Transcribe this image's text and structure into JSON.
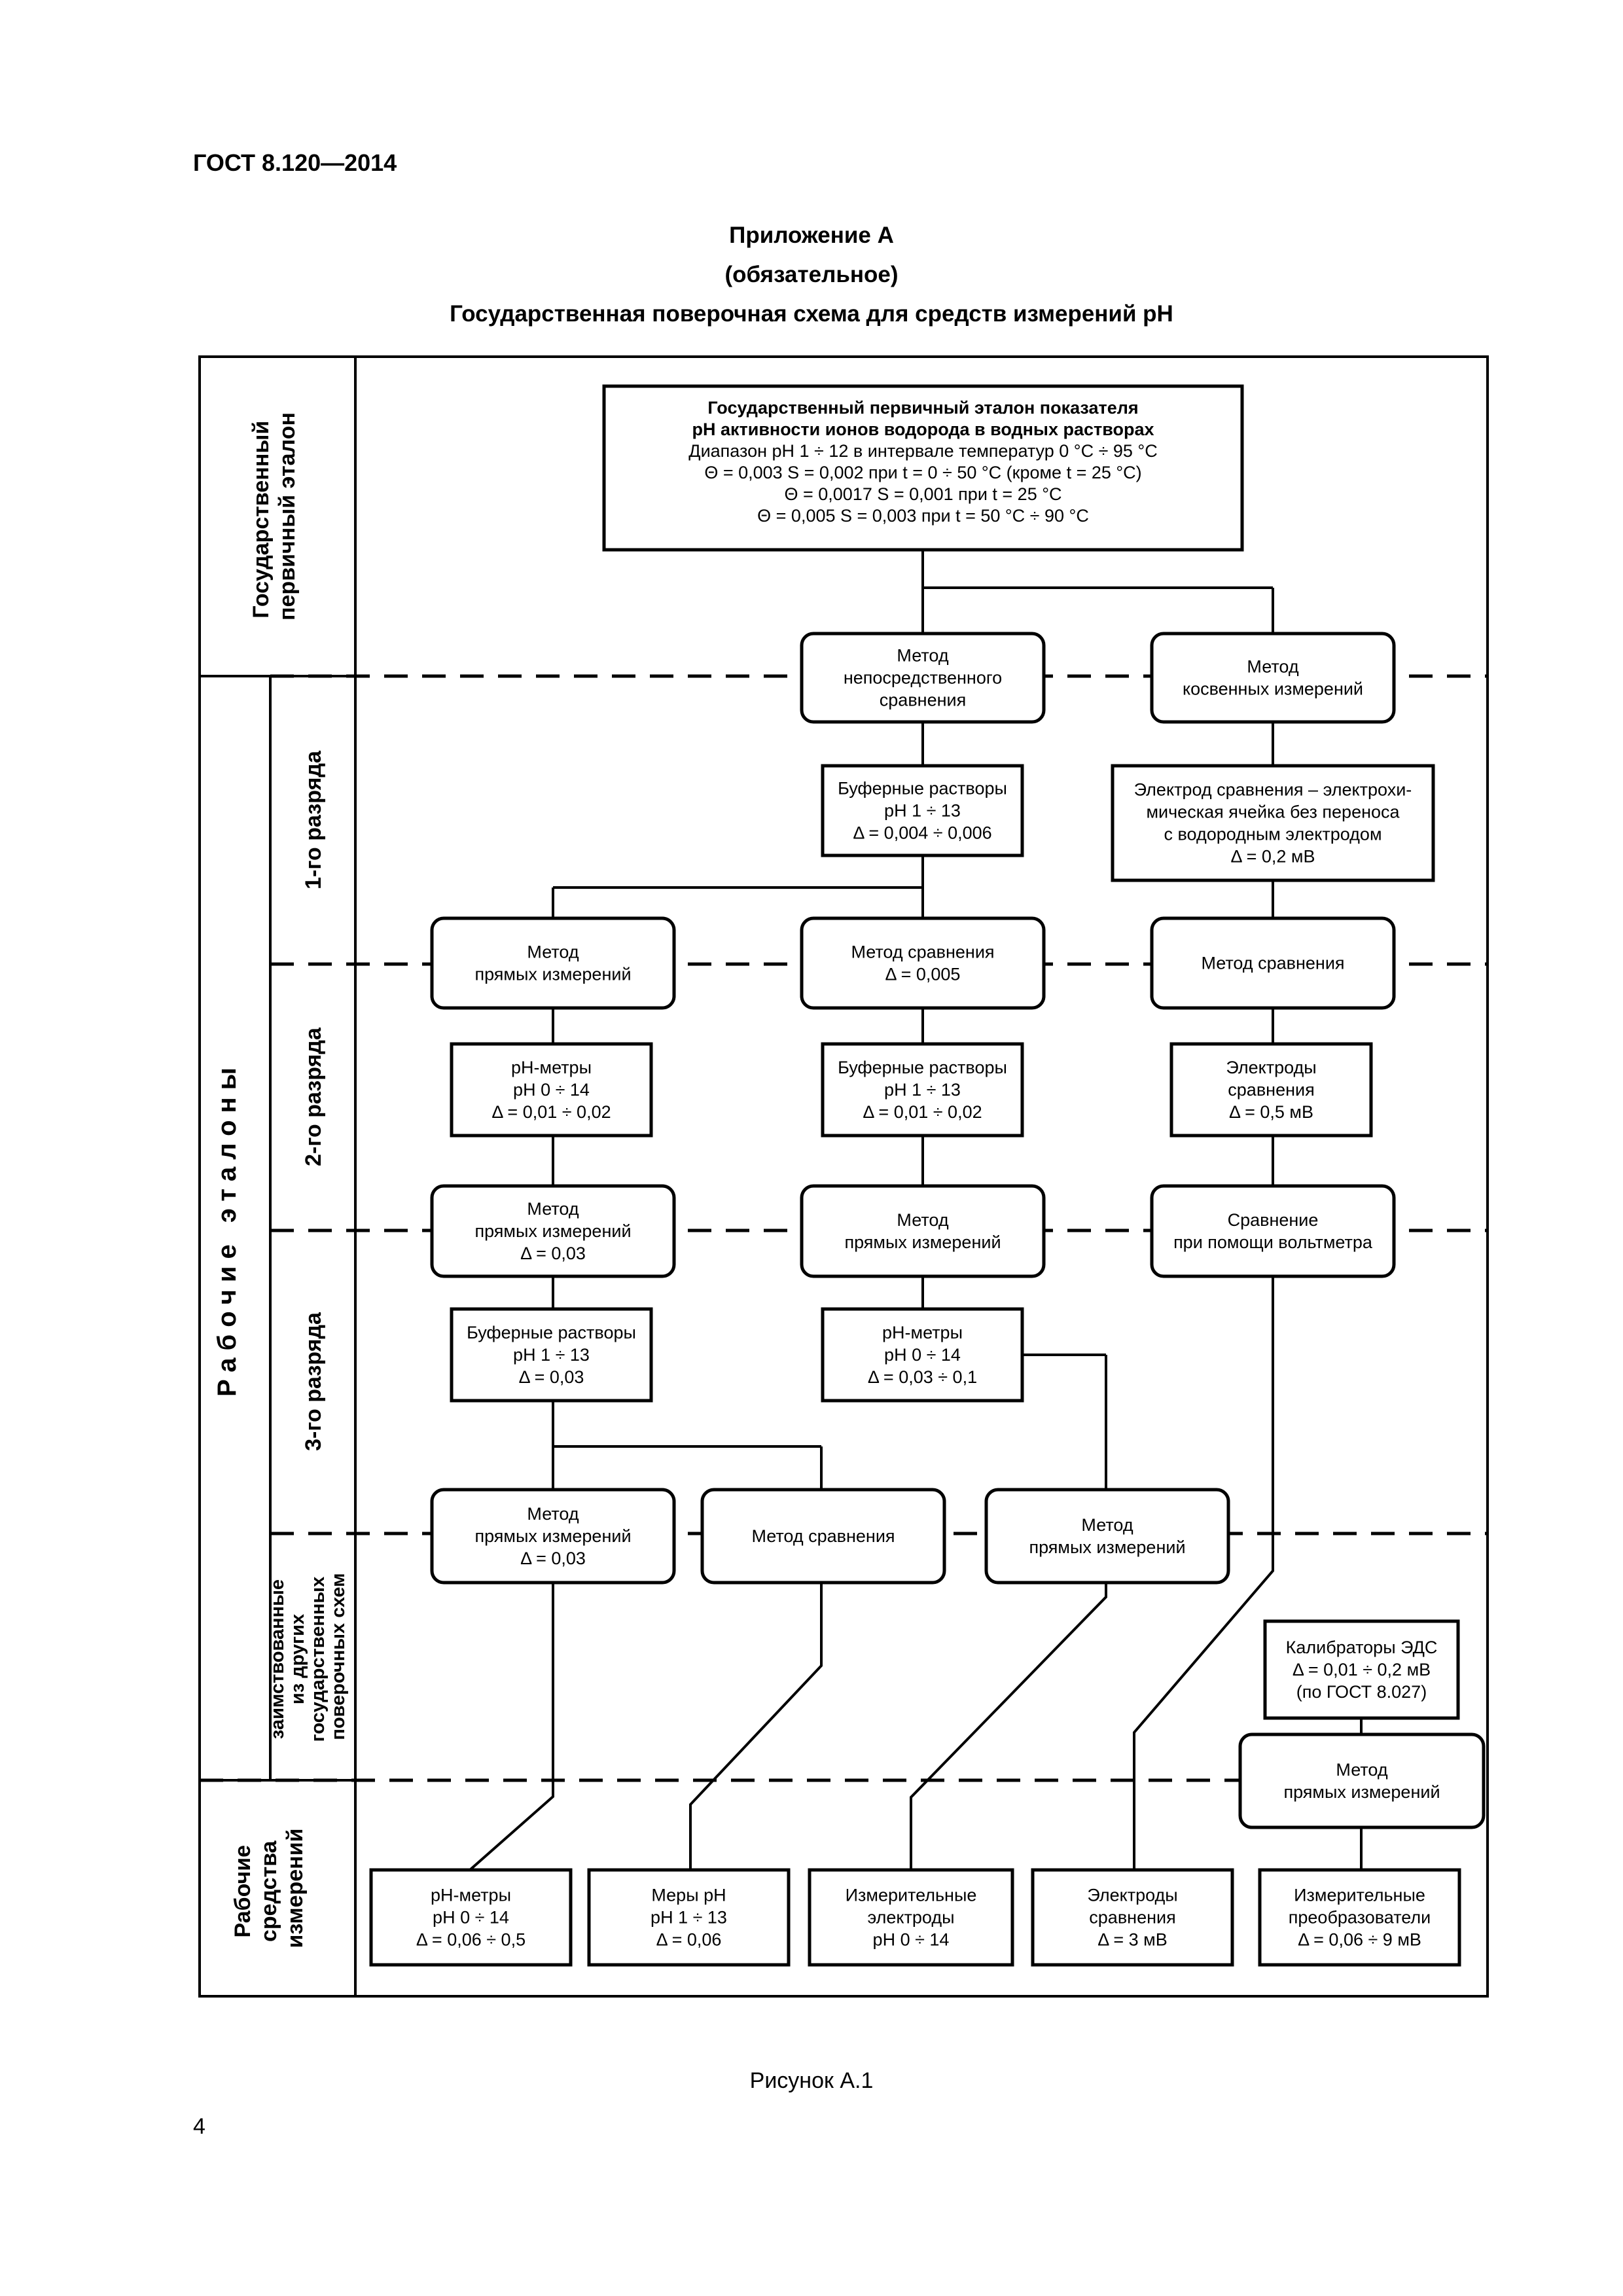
{
  "header": {
    "doc_id": "ГОСТ 8.120—2014"
  },
  "title": {
    "appendix": "Приложение А",
    "status": "(обязательное)",
    "name": "Государственная поверочная схема для средств измерений pH"
  },
  "levels": {
    "primary": [
      "Государственный",
      "первичный эталон"
    ],
    "working_standards": "Рабочие эталоны",
    "rank1": "1-го разряда",
    "rank2": "2-го разряда",
    "rank3": "3-го разряда",
    "borrowed": [
      "заимствованные",
      "из других",
      "государственных",
      "поверочных схем"
    ],
    "working_instruments": [
      "Рабочие",
      "средства",
      "измерений"
    ]
  },
  "nodes": {
    "primary": {
      "title": [
        "Государственный первичный эталон показателя",
        "pH активности ионов водорода в водных растворах"
      ],
      "lines": [
        "Диапазон pH 1 ÷ 12 в интервале температур 0 °C ÷ 95 °C",
        "Θ = 0,003  S = 0,002 при t = 0 ÷ 50 °C (кроме t = 25 °C)",
        "Θ = 0,0017  S = 0,001 при t = 25 °C",
        "Θ = 0,005  S = 0,003 при t = 50 °C ÷ 90 °C"
      ]
    },
    "m_direct_cmp": [
      "Метод",
      "непосредственного",
      "сравнения"
    ],
    "m_indirect": [
      "Метод",
      "косвенных измерений"
    ],
    "buf1": [
      "Буферные растворы",
      "pH 1 ÷ 13",
      "Δ = 0,004 ÷ 0,006"
    ],
    "electrode1": [
      "Электрод сравнения – электрохи-",
      "мическая ячейка без переноса",
      "с водородным электродом",
      "Δ = 0,2 мВ"
    ],
    "m2a": [
      "Метод",
      "прямых измерений"
    ],
    "m2b": [
      "Метод сравнения",
      "Δ = 0,005"
    ],
    "m2c": [
      "Метод сравнения"
    ],
    "ph2": [
      "pH-метры",
      "pH 0 ÷ 14",
      "Δ = 0,01 ÷ 0,02"
    ],
    "buf2": [
      "Буферные растворы",
      "pH 1 ÷ 13",
      "Δ = 0,01 ÷ 0,02"
    ],
    "el2": [
      "Электроды",
      "сравнения",
      "Δ = 0,5 мВ"
    ],
    "m3a": [
      "Метод",
      "прямых измерений",
      "Δ = 0,03"
    ],
    "m3b": [
      "Метод",
      "прямых измерений"
    ],
    "m3c": [
      "Сравнение",
      "при помощи вольтметра"
    ],
    "buf3": [
      "Буферные растворы",
      "pH 1 ÷ 13",
      "Δ = 0,03"
    ],
    "ph3": [
      "pH-метры",
      "pH 0 ÷ 14",
      "Δ = 0,03 ÷ 0,1"
    ],
    "m4a": [
      "Метод",
      "прямых измерений",
      "Δ = 0,03"
    ],
    "m4b": [
      "Метод сравнения"
    ],
    "m4c": [
      "Метод",
      "прямых измерений"
    ],
    "calib": [
      "Калибраторы ЭДС",
      "Δ = 0,01 ÷ 0,2 мВ",
      "(по ГОСТ 8.027)"
    ],
    "m5": [
      "Метод",
      "прямых измерений"
    ],
    "w1": [
      "pH-метры",
      "pH 0 ÷ 14",
      "Δ = 0,06 ÷ 0,5"
    ],
    "w2": [
      "Меры pH",
      "pH 1 ÷ 13",
      "Δ = 0,06"
    ],
    "w3": [
      "Измерительные",
      "электроды",
      "pH 0 ÷ 14"
    ],
    "w4": [
      "Электроды",
      "сравнения",
      "Δ = 3 мВ"
    ],
    "w5": [
      "Измерительные",
      "преобразователи",
      "Δ = 0,06 ÷ 9  мВ"
    ]
  },
  "caption": "Рисунок А.1",
  "page_number": "4"
}
